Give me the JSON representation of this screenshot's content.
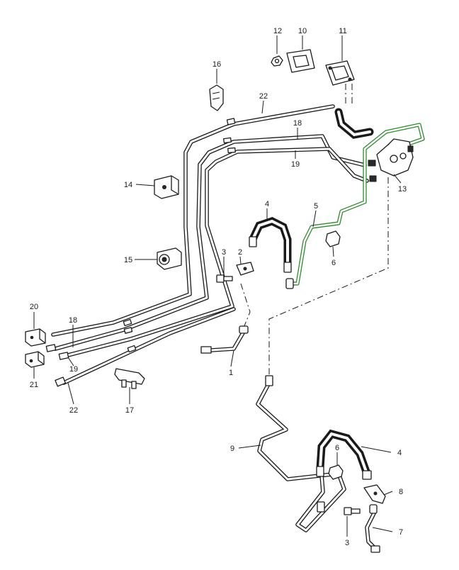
{
  "diagram": {
    "callouts": [
      {
        "id": "c12",
        "text": "12"
      },
      {
        "id": "c10",
        "text": "10"
      },
      {
        "id": "c11",
        "text": "11"
      },
      {
        "id": "c16",
        "text": "16"
      },
      {
        "id": "c22a",
        "text": "22"
      },
      {
        "id": "c18a",
        "text": "18"
      },
      {
        "id": "c19a",
        "text": "19"
      },
      {
        "id": "c13",
        "text": "13"
      },
      {
        "id": "c14",
        "text": "14"
      },
      {
        "id": "c4a",
        "text": "4"
      },
      {
        "id": "c5",
        "text": "5"
      },
      {
        "id": "c3a",
        "text": "3"
      },
      {
        "id": "c2",
        "text": "2"
      },
      {
        "id": "c6a",
        "text": "6"
      },
      {
        "id": "c15",
        "text": "15"
      },
      {
        "id": "c20",
        "text": "20"
      },
      {
        "id": "c18b",
        "text": "18"
      },
      {
        "id": "c19b",
        "text": "19"
      },
      {
        "id": "c1",
        "text": "1"
      },
      {
        "id": "c21",
        "text": "21"
      },
      {
        "id": "c22b",
        "text": "22"
      },
      {
        "id": "c17",
        "text": "17"
      },
      {
        "id": "c9",
        "text": "9"
      },
      {
        "id": "c6b",
        "text": "6"
      },
      {
        "id": "c4b",
        "text": "4"
      },
      {
        "id": "c8",
        "text": "8"
      },
      {
        "id": "c7",
        "text": "7"
      },
      {
        "id": "c3b",
        "text": "3"
      }
    ],
    "highlight_color": "#2e8b2e",
    "line_color": "#1a1a1a"
  }
}
